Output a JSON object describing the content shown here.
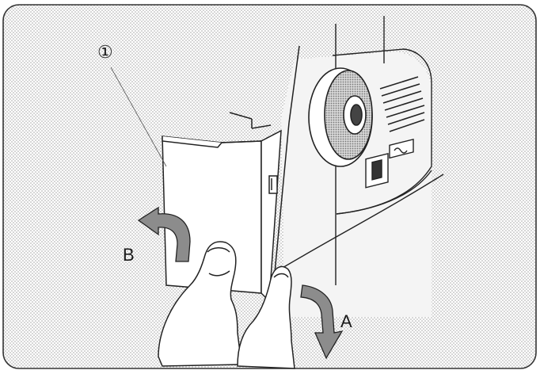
{
  "illustration": {
    "callout_part": "①",
    "arrow_b_label": "B",
    "arrow_a_label": "A"
  },
  "colors": {
    "frame_border": "#333333",
    "line_ink": "#222222",
    "halftone": "#9a9a9a",
    "arrow_fill": "#8c8c8c",
    "background": "#ffffff"
  }
}
